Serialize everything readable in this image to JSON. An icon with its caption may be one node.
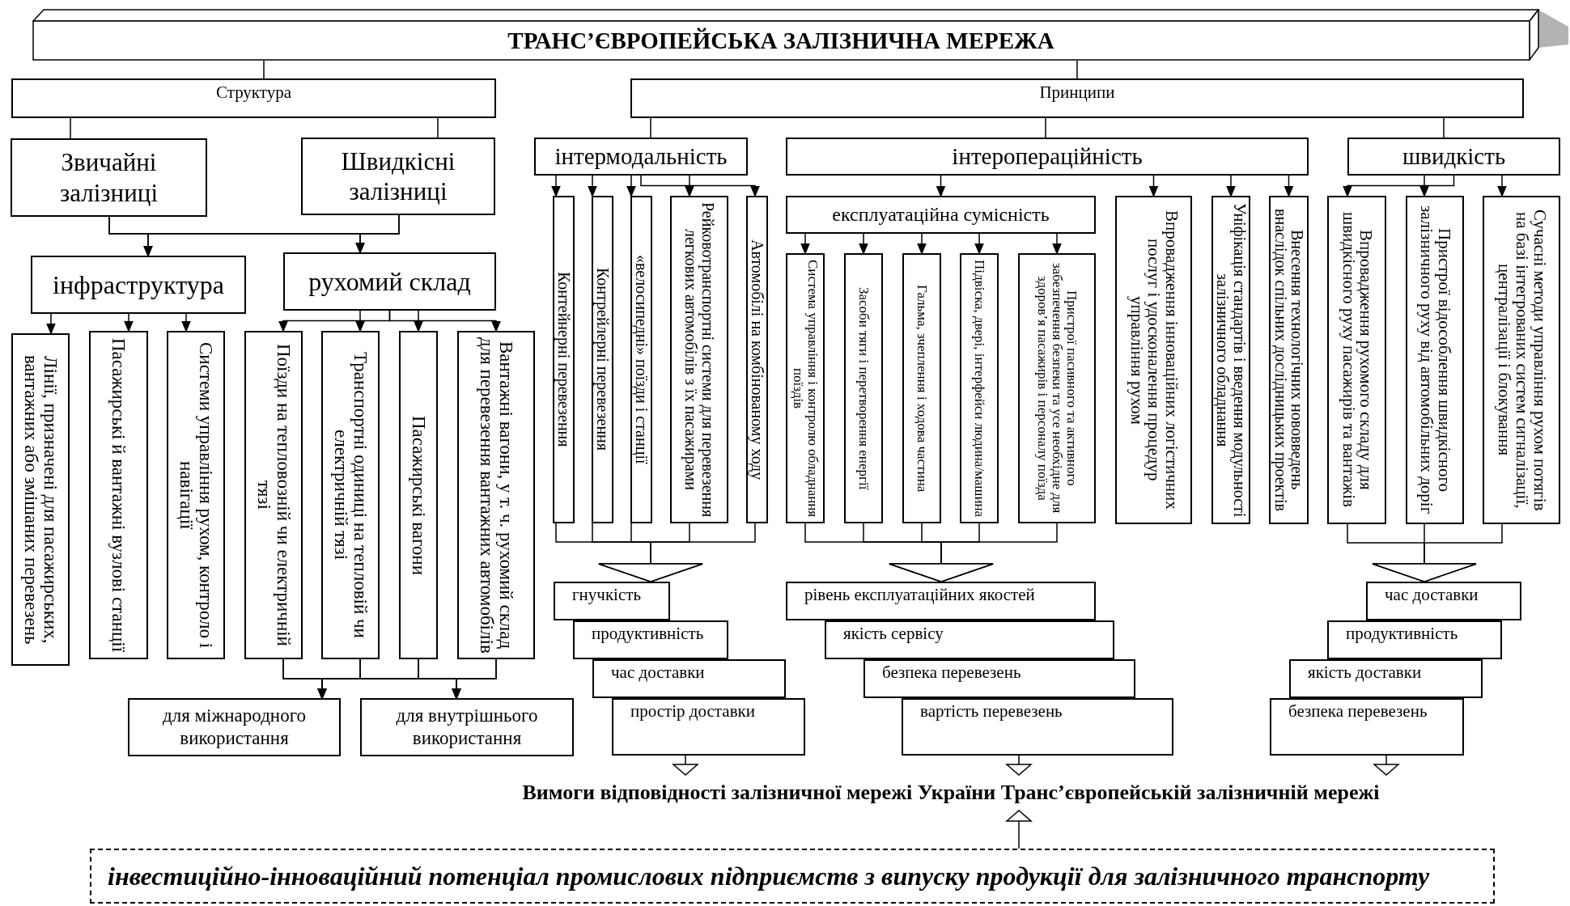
{
  "diagram": {
    "nodes": [
      {
        "text": [
          "ТРАНС’ЄВРОПЕЙСЬКА ЗАЛІЗНИЧНА МЕРЕЖА"
        ]
      },
      {
        "text": [
          "Структура"
        ]
      },
      {
        "text": [
          "Принципи"
        ]
      },
      {
        "text": [
          "Звичайні залізниці"
        ]
      },
      {
        "text": [
          "Швидкісні залізниці"
        ]
      },
      {
        "text": [
          "інфраструктура"
        ]
      },
      {
        "text": [
          "рухомий склад"
        ]
      },
      {
        "text": [
          "Лінії, призначені для пасажирських, вантажних або змішаних перевезень"
        ]
      },
      {
        "text": [
          "Пасажирські й вантажні вузлові станції"
        ]
      },
      {
        "text": [
          "Системи управління рухом, контроло і навігації"
        ]
      },
      {
        "text": [
          "Поїзди на тепловозній чи електричній тязі"
        ]
      },
      {
        "text": [
          "Транспортні одиниці на тепловій чи електричній тязі"
        ]
      },
      {
        "text": [
          "Пасажирські вагони"
        ]
      },
      {
        "text": [
          "Вантажні вагони, у т. ч. рухомий склад для перевезення вантажних автомобілів"
        ]
      },
      {
        "text": [
          "для міжнародного використання"
        ]
      },
      {
        "text": [
          "для внутрішнього використання"
        ]
      },
      {
        "text": [
          "інтермодальність"
        ]
      },
      {
        "text": [
          "Контейнерні перевезення"
        ]
      },
      {
        "text": [
          "Контрейлерні перевезення"
        ]
      },
      {
        "text": [
          "«велосипедні» поїзди і станції"
        ]
      },
      {
        "text": [
          "Рейковотранспортні системи для перевезення легкових автомобілів з їх пасажирами"
        ]
      },
      {
        "text": [
          "Автомобілі на комбінованому ходу"
        ]
      },
      {
        "text": [
          "інтеропераційність"
        ]
      },
      {
        "text": [
          "експлуатаційна сумісність"
        ]
      },
      {
        "text": [
          "Система управління і контролю обладнання поїздів"
        ]
      },
      {
        "text": [
          "Засоби тяги і перетворення енергії"
        ]
      },
      {
        "text": [
          "Гальма, зчеплення і ходова частина"
        ]
      },
      {
        "text": [
          "Підвіска, двері, інтерфейси людина/машина"
        ]
      },
      {
        "text": [
          "Пристрої пасивного та активного забезпечення безпеки та усе необхідне для здоров’я пасажирів і персоналу поїзда"
        ]
      },
      {
        "text": [
          "Впровадження інноваційних логістичних послуг і удосконалення процедур управління рухом"
        ]
      },
      {
        "text": [
          "Уніфікація стандартів і введення модульності залізничного обладнання"
        ]
      },
      {
        "text": [
          "Внесення технологічних нововведень внаслідок спільних дослідницьких проектів"
        ]
      },
      {
        "text": [
          "швидкість"
        ]
      },
      {
        "text": [
          "Впровадження рухомого складу для швидкісного руху пасажирів та вантажів"
        ]
      },
      {
        "text": [
          "Пристрої відособлення швидкісного залізничного руху від автомобільних доріг"
        ]
      },
      {
        "text": [
          "Сучасні методи управління рухом потягів на базі інтегрованих систем сигналізації, централізації і блокування"
        ]
      },
      {
        "text": [
          "гнучкість"
        ]
      },
      {
        "text": [
          "продуктивність"
        ]
      },
      {
        "text": [
          "час доставки"
        ]
      },
      {
        "text": [
          "простір доставки"
        ]
      },
      {
        "text": [
          "рівень експлуатаційних якостей"
        ]
      },
      {
        "text": [
          "якість сервісу"
        ]
      },
      {
        "text": [
          "безпека перевезень"
        ]
      },
      {
        "text": [
          "вартість перевезень"
        ]
      },
      {
        "text": [
          "час доставки"
        ]
      },
      {
        "text": [
          "продуктивність"
        ]
      },
      {
        "text": [
          "якість доставки"
        ]
      },
      {
        "text": [
          "безпека перевезень"
        ]
      },
      {
        "text": [
          "Вимоги відповідності залізничної мережі України Транс’європейській залізничній мережі"
        ]
      },
      {
        "text": [
          "інвестиційно-інноваційний потенціал промислових підприємств з випуску продукції для залізничного транспорту"
        ]
      }
    ],
    "edges": [
      {
        "from": 0,
        "to": 1,
        "arrow": "none"
      },
      {
        "from": 0,
        "to": 2,
        "arrow": "none"
      },
      {
        "from": 1,
        "to": 3,
        "arrow": "none"
      },
      {
        "from": 1,
        "to": 4,
        "arrow": "none"
      },
      {
        "from": 3,
        "to": 5,
        "arrow": "to"
      },
      {
        "from": 3,
        "to": 6,
        "arrow": "to"
      },
      {
        "from": 4,
        "to": 5,
        "arrow": "to"
      },
      {
        "from": 4,
        "to": 6,
        "arrow": "to"
      },
      {
        "from": 5,
        "to": 7,
        "arrow": "to"
      },
      {
        "from": 5,
        "to": 8,
        "arrow": "to"
      },
      {
        "from": 5,
        "to": 9,
        "arrow": "to"
      },
      {
        "from": 6,
        "to": 10,
        "arrow": "to"
      },
      {
        "from": 6,
        "to": 11,
        "arrow": "to"
      },
      {
        "from": 6,
        "to": 12,
        "arrow": "to"
      },
      {
        "from": 6,
        "to": 13,
        "arrow": "to"
      },
      {
        "from": 10,
        "to": 14,
        "arrow": "to"
      },
      {
        "from": 10,
        "to": 15,
        "arrow": "to"
      },
      {
        "from": 11,
        "to": 14,
        "arrow": "to"
      },
      {
        "from": 11,
        "to": 15,
        "arrow": "to"
      },
      {
        "from": 12,
        "to": 14,
        "arrow": "to"
      },
      {
        "from": 12,
        "to": 15,
        "arrow": "to"
      },
      {
        "from": 13,
        "to": 14,
        "arrow": "to"
      },
      {
        "from": 13,
        "to": 15,
        "arrow": "to"
      },
      {
        "from": 2,
        "to": 16,
        "arrow": "none"
      },
      {
        "from": 2,
        "to": 22,
        "arrow": "none"
      },
      {
        "from": 2,
        "to": 32,
        "arrow": "none"
      },
      {
        "from": 16,
        "to": 17,
        "arrow": "to"
      },
      {
        "from": 16,
        "to": 18,
        "arrow": "to"
      },
      {
        "from": 16,
        "to": 19,
        "arrow": "to"
      },
      {
        "from": 16,
        "to": 20,
        "arrow": "to"
      },
      {
        "from": 16,
        "to": 21,
        "arrow": "to"
      },
      {
        "from": 22,
        "to": 23,
        "arrow": "to"
      },
      {
        "from": 22,
        "to": 29,
        "arrow": "to"
      },
      {
        "from": 22,
        "to": 30,
        "arrow": "to"
      },
      {
        "from": 22,
        "to": 31,
        "arrow": "to"
      },
      {
        "from": 23,
        "to": 24,
        "arrow": "to"
      },
      {
        "from": 23,
        "to": 25,
        "arrow": "to"
      },
      {
        "from": 23,
        "to": 26,
        "arrow": "to"
      },
      {
        "from": 23,
        "to": 27,
        "arrow": "to"
      },
      {
        "from": 23,
        "to": 28,
        "arrow": "to"
      },
      {
        "from": 32,
        "to": 33,
        "arrow": "to"
      },
      {
        "from": 32,
        "to": 34,
        "arrow": "to"
      },
      {
        "from": 32,
        "to": 35,
        "arrow": "to"
      },
      {
        "from": 17,
        "to": 36,
        "arrow": "to"
      },
      {
        "from": 18,
        "to": 36,
        "arrow": "to"
      },
      {
        "from": 19,
        "to": 36,
        "arrow": "to"
      },
      {
        "from": 20,
        "to": 36,
        "arrow": "to"
      },
      {
        "from": 21,
        "to": 36,
        "arrow": "to"
      },
      {
        "from": 24,
        "to": 40,
        "arrow": "to"
      },
      {
        "from": 25,
        "to": 40,
        "arrow": "to"
      },
      {
        "from": 26,
        "to": 40,
        "arrow": "to"
      },
      {
        "from": 27,
        "to": 40,
        "arrow": "to"
      },
      {
        "from": 28,
        "to": 40,
        "arrow": "to"
      },
      {
        "from": 33,
        "to": 44,
        "arrow": "to"
      },
      {
        "from": 34,
        "to": 44,
        "arrow": "to"
      },
      {
        "from": 35,
        "to": 44,
        "arrow": "to"
      },
      {
        "from": 39,
        "to": 48,
        "arrow": "to"
      },
      {
        "from": 43,
        "to": 48,
        "arrow": "to"
      },
      {
        "from": 47,
        "to": 48,
        "arrow": "to"
      },
      {
        "from": 49,
        "to": 48,
        "arrow": "to"
      }
    ]
  }
}
